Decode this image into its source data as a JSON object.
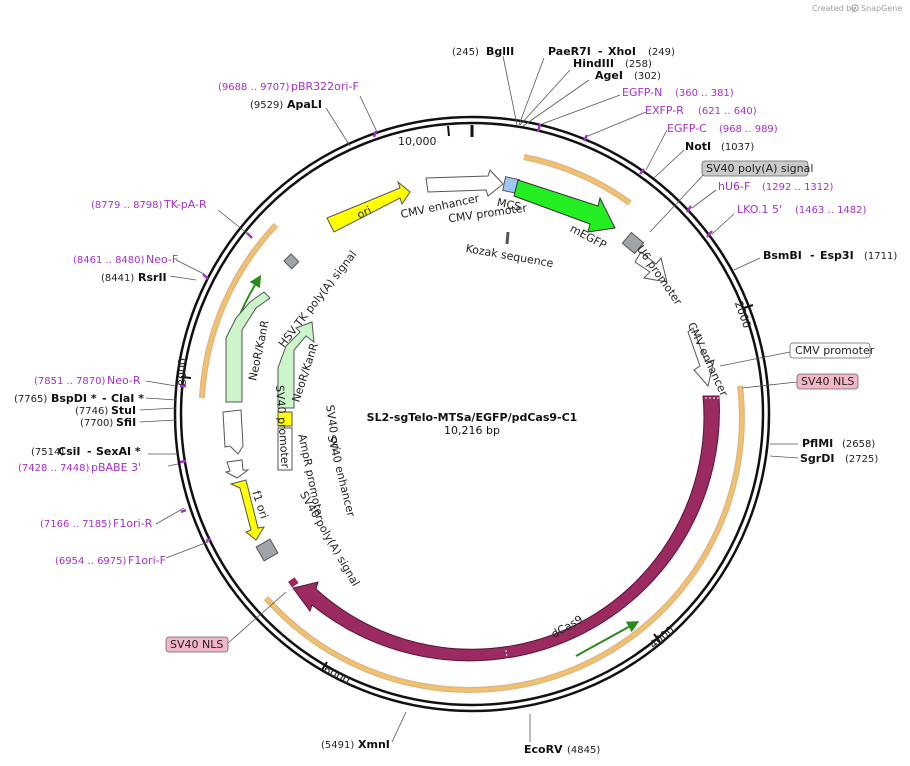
{
  "app": {
    "credit_prefix": "Created by",
    "credit_brand": "SnapGene"
  },
  "plasmid": {
    "name": "SL2-sgTelo-MTSa/EGFP/pdCas9-C1",
    "size_label": "10,216 bp",
    "length_bp": 10216
  },
  "ticks": [
    {
      "bp": 2000,
      "label": "2000"
    },
    {
      "bp": 4000,
      "label": "4000"
    },
    {
      "bp": 6000,
      "label": "6000"
    },
    {
      "bp": 8000,
      "label": "8000"
    },
    {
      "bp": 10000,
      "label": "10,000"
    }
  ],
  "enzymes": [
    {
      "name": "BglII",
      "pos": "(245)"
    },
    {
      "name": "PaeR7I",
      "name2": "XhoI",
      "pos": "(249)"
    },
    {
      "name": "HindIII",
      "pos": "(258)"
    },
    {
      "name": "AgeI",
      "pos": "(302)"
    },
    {
      "name": "NotI",
      "pos": "(1037)"
    },
    {
      "name": "BsmBI",
      "name2": "Esp3I",
      "pos": "(1711)"
    },
    {
      "name": "PflMI",
      "pos": "(2658)"
    },
    {
      "name": "SgrDI",
      "pos": "(2725)"
    },
    {
      "name": "EcoRV",
      "pos": "(4845)"
    },
    {
      "name": "XmnI",
      "pos": "(5491)"
    },
    {
      "name": "CsiI",
      "name2": "SexAI *",
      "pos": "(7514)"
    },
    {
      "name": "SfiI",
      "pos": "(7700)"
    },
    {
      "name": "StuI",
      "pos": "(7746)"
    },
    {
      "name": "BspDI *",
      "name2": "ClaI *",
      "pos": "(7765)"
    },
    {
      "name": "RsrII",
      "pos": "(8441)"
    },
    {
      "name": "ApaLI",
      "pos": "(9529)"
    }
  ],
  "primers": [
    {
      "name": "EGFP-N",
      "range": "(360 .. 381)"
    },
    {
      "name": "EXFP-R",
      "range": "(621 .. 640)"
    },
    {
      "name": "EGFP-C",
      "range": "(968 .. 989)"
    },
    {
      "name": "hU6-F",
      "range": "(1292 .. 1312)"
    },
    {
      "name": "LKO.1 5'",
      "range": "(1463 .. 1482)"
    },
    {
      "name": "F1ori-F",
      "range": "(6954 .. 6975)"
    },
    {
      "name": "F1ori-R",
      "range": "(7166 .. 7185)"
    },
    {
      "name": "pBABE 3'",
      "range": "(7428 .. 7448)"
    },
    {
      "name": "Neo-R",
      "range": "(7851 .. 7870)"
    },
    {
      "name": "Neo-F",
      "range": "(8461 .. 8480)"
    },
    {
      "name": "TK-pA-R",
      "range": "(8779 .. 8798)"
    },
    {
      "name": "pBR322ori-F",
      "range": "(9688 .. 9707)"
    }
  ],
  "boxed_labels": [
    {
      "name": "SV40 poly(A) signal",
      "color": "#c9cacc"
    },
    {
      "name": "CMV promoter",
      "color": "#ffffff"
    },
    {
      "name": "SV40 NLS",
      "color": "#f2b6c6"
    },
    {
      "name": "SV40 NLS",
      "color": "#f2b6c6"
    }
  ],
  "features": {
    "cmv_enhancer": "CMV enhancer",
    "cmv_promoter": "CMV promoter",
    "mcs": "MCS",
    "megfp": "mEGFP",
    "kozak": "Kozak sequence",
    "u6_promoter": "U6 promoter",
    "cmv_enhancer2": "CMV enhancer",
    "dcas9": "dCas9",
    "sv40_polya": "SV40 poly(A) signal",
    "f1_ori": "f1 ori",
    "ampr_promoter": "AmpR promoter",
    "sv40_promoter": "SV40 promoter",
    "neokanr_1": "NeoR/KanR",
    "neokanr_2": "NeoR/KanR",
    "sv40_ori": "SV40 ori",
    "sv40_enhancer": "SV40 enhancer",
    "hsv_tk_polya": "HSV TK poly(A) signal",
    "ori": "ori"
  },
  "colors": {
    "megfp": "#22ee22",
    "dcas9": "#9b2a60",
    "ori": "#ffff00",
    "f1ori": "#ffff00",
    "neor": "#ccf5cc",
    "grey": "#a0a4a8",
    "mcs": "#9fc6ee",
    "orf_orange": "#f4c06a",
    "orf_dark": "#b57a2b",
    "primer": "#a330c9",
    "green_arrow": "#2a8a1a"
  }
}
